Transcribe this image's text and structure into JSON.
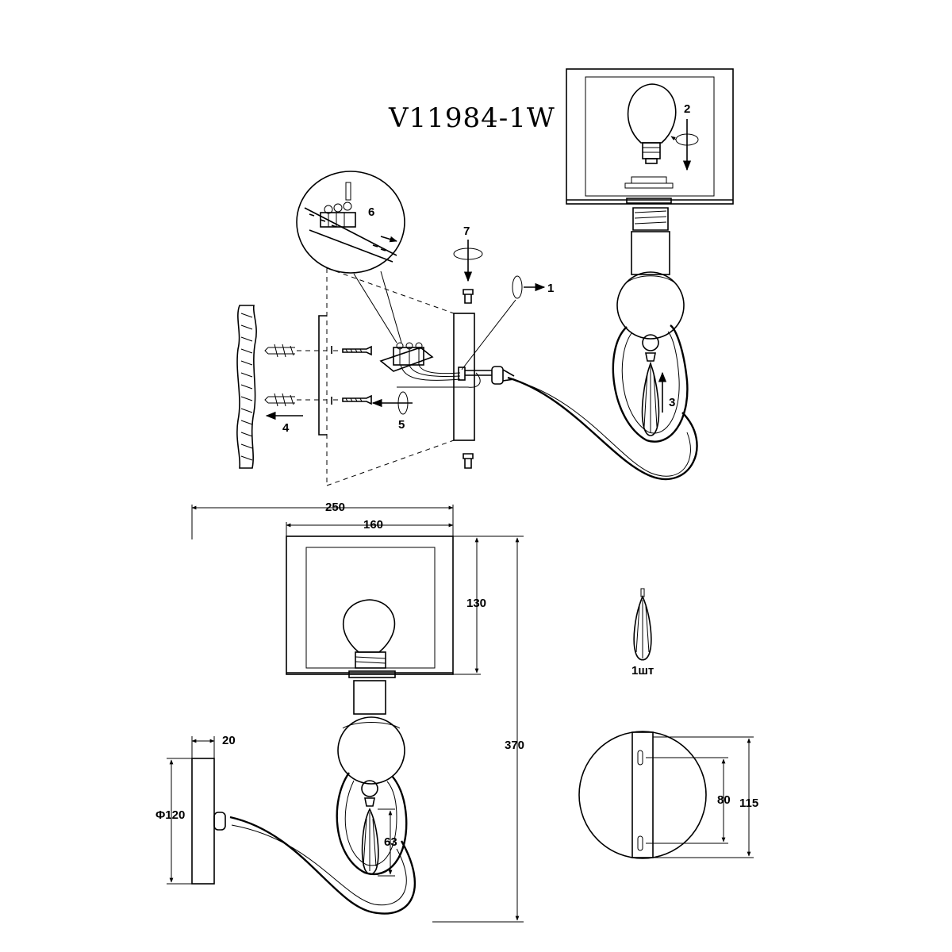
{
  "title": "V11984-1W",
  "steps": [
    "1",
    "2",
    "3",
    "4",
    "5",
    "6",
    "7"
  ],
  "dimensions": {
    "overall_width": "250",
    "shade_width": "160",
    "shade_height": "130",
    "overall_height": "370",
    "base_depth": "20",
    "base_diameter": "Φ120",
    "pendant_length": "63",
    "hole_spacing": "80",
    "plate_height": "115"
  },
  "pendant_qty": "1шт"
}
